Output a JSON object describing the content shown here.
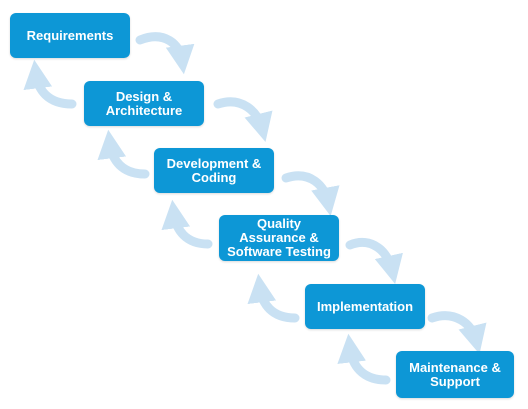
{
  "colors": {
    "box": "#0d97d6",
    "text": "#ffffff",
    "arrow": "#c9e1f3",
    "background": "#ffffff"
  },
  "steps": [
    {
      "label": "Requirements"
    },
    {
      "label": "Design &\nArchitecture"
    },
    {
      "label": "Development &\nCoding"
    },
    {
      "label": "Quality\nAssurance &\nSoftware Testing"
    },
    {
      "label": "Implementation"
    },
    {
      "label": "Maintenance &\nSupport"
    }
  ]
}
